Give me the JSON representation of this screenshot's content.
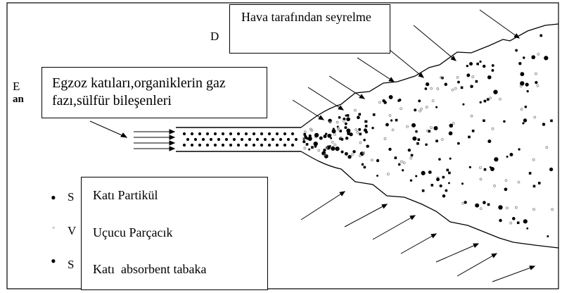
{
  "callouts": {
    "dilution": "Hava tarafından seyrelme",
    "exhaust": "Egzoz katıları,organiklerin gaz fazı,sülfür bileşenleri"
  },
  "legend": {
    "items": [
      "Katı Partikül",
      "Uçucu Parçacık",
      "Katı  absorbent tabaka"
    ]
  },
  "hidden_fragments": {
    "d": "D",
    "e": "E",
    "an": "an",
    "s1": "S",
    "v": "V",
    "s2": "S"
  }
}
